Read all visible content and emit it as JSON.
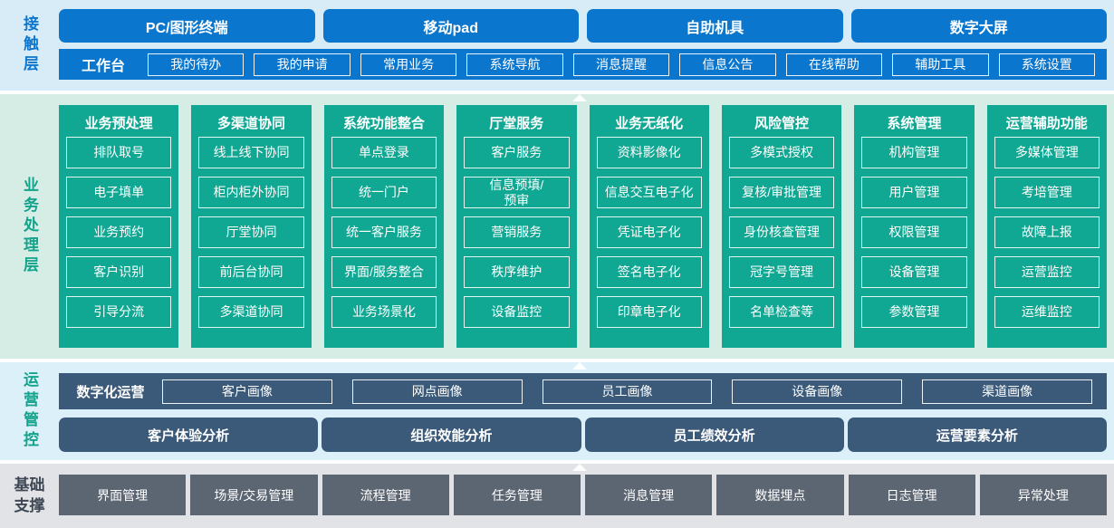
{
  "layers": {
    "contact": {
      "label": "接触层",
      "channels": [
        "PC/图形终端",
        "移动pad",
        "自助机具",
        "数字大屏"
      ],
      "workbench": {
        "label": "工作台",
        "items": [
          "我的待办",
          "我的申请",
          "常用业务",
          "系统导航",
          "消息提醒",
          "信息公告",
          "在线帮助",
          "辅助工具",
          "系统设置"
        ]
      }
    },
    "business": {
      "label": "业务处理层",
      "columns": [
        {
          "title": "业务预处理",
          "items": [
            "排队取号",
            "电子填单",
            "业务预约",
            "客户识别",
            "引导分流"
          ]
        },
        {
          "title": "多渠道协同",
          "items": [
            "线上线下协同",
            "柜内柜外协同",
            "厅堂协同",
            "前后台协同",
            "多渠道协同"
          ]
        },
        {
          "title": "系统功能整合",
          "items": [
            "单点登录",
            "统一门户",
            "统一客户服务",
            "界面/服务整合",
            "业务场景化"
          ]
        },
        {
          "title": "厅堂服务",
          "items": [
            "客户服务",
            "信息预填/\n预审",
            "营销服务",
            "秩序维护",
            "设备监控"
          ]
        },
        {
          "title": "业务无纸化",
          "items": [
            "资料影像化",
            "信息交互电子化",
            "凭证电子化",
            "签名电子化",
            "印章电子化"
          ]
        },
        {
          "title": "风险管控",
          "items": [
            "多模式授权",
            "复核/审批管理",
            "身份核查管理",
            "冠字号管理",
            "名单检查等"
          ]
        },
        {
          "title": "系统管理",
          "items": [
            "机构管理",
            "用户管理",
            "权限管理",
            "设备管理",
            "参数管理"
          ]
        },
        {
          "title": "运营辅助功能",
          "items": [
            "多媒体管理",
            "考培管理",
            "故障上报",
            "运营监控",
            "运维监控"
          ]
        }
      ]
    },
    "operations": {
      "label": "运营管控",
      "digital_ops": {
        "label": "数字化运营",
        "items": [
          "客户画像",
          "网点画像",
          "员工画像",
          "设备画像",
          "渠道画像"
        ]
      },
      "analysis": [
        "客户体验分析",
        "组织效能分析",
        "员工绩效分析",
        "运营要素分析"
      ]
    },
    "foundation": {
      "label": "基础支撑",
      "items": [
        "界面管理",
        "场景/交易管理",
        "流程管理",
        "任务管理",
        "消息管理",
        "数据埋点",
        "日志管理",
        "异常处理"
      ]
    }
  },
  "colors": {
    "blue": "#0b76cd",
    "bg-blue": "#d8ecf8",
    "teal": "#10a893",
    "teal-text": "#13a38c",
    "bg-green": "#d6ede5",
    "navy": "#3b5a7a",
    "bg-paleblue": "#dcf0fa",
    "gray": "#5c6672",
    "bg-gray": "#e2e3e6",
    "slate-text": "#3e4854"
  }
}
